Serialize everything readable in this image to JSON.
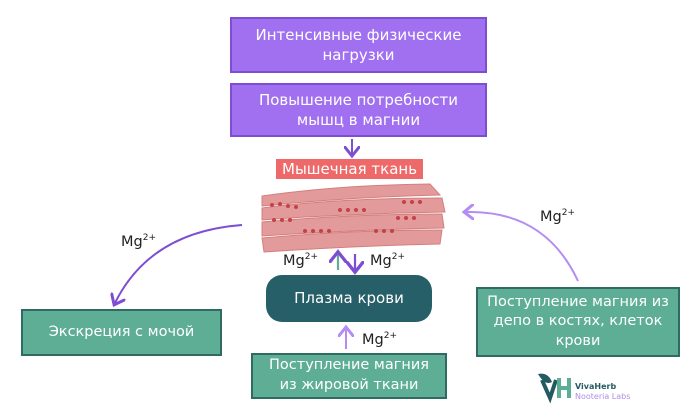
{
  "boxes": {
    "exercise": "Интенсивные физические нагрузки",
    "demand": "Повышение потребности мышц в магнии",
    "muscle_label": "Мышечная ткань",
    "plasma": "Плазма крови",
    "excretion": "Экскреция с мочой",
    "bone_depot": "Поступление магния из депо в костях, клеток крови",
    "fat_tissue": "Поступление магния из жировой ткани"
  },
  "ion": {
    "symbol": "Mg",
    "charge": "2+"
  },
  "logo": {
    "brand": "VivaHerb",
    "sub": "Nooteria Labs",
    "monogram": "VH"
  },
  "colors": {
    "purple": "#a070f0",
    "green": "#5eae96",
    "dark": "#265f67",
    "muscle": "#ee6a6a",
    "arrow": "#7e4ed2",
    "teal_arrow": "#5eae96"
  }
}
